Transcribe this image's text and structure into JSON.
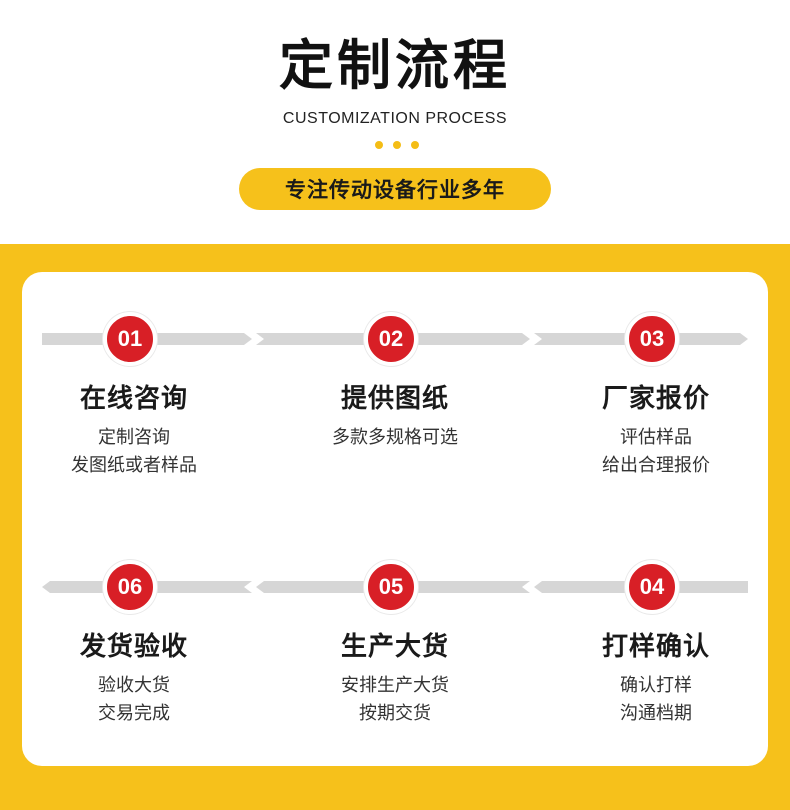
{
  "header": {
    "title": "定制流程",
    "subtitle": "CUSTOMIZATION PROCESS",
    "tagline": "专注传动设备行业多年"
  },
  "colors": {
    "accent_yellow": "#f6c11b",
    "badge_red": "#d81f26",
    "strip_gray": "#d6d6d6"
  },
  "steps": [
    {
      "number": "01",
      "title": "在线咨询",
      "desc_line1": "定制咨询",
      "desc_line2": "发图纸或者样品"
    },
    {
      "number": "02",
      "title": "提供图纸",
      "desc_line1": "多款多规格可选",
      "desc_line2": ""
    },
    {
      "number": "03",
      "title": "厂家报价",
      "desc_line1": "评估样品",
      "desc_line2": "给出合理报价"
    },
    {
      "number": "04",
      "title": "打样确认",
      "desc_line1": "确认打样",
      "desc_line2": "沟通档期"
    },
    {
      "number": "05",
      "title": "生产大货",
      "desc_line1": "安排生产大货",
      "desc_line2": "按期交货"
    },
    {
      "number": "06",
      "title": "发货验收",
      "desc_line1": "验收大货",
      "desc_line2": "交易完成"
    }
  ]
}
